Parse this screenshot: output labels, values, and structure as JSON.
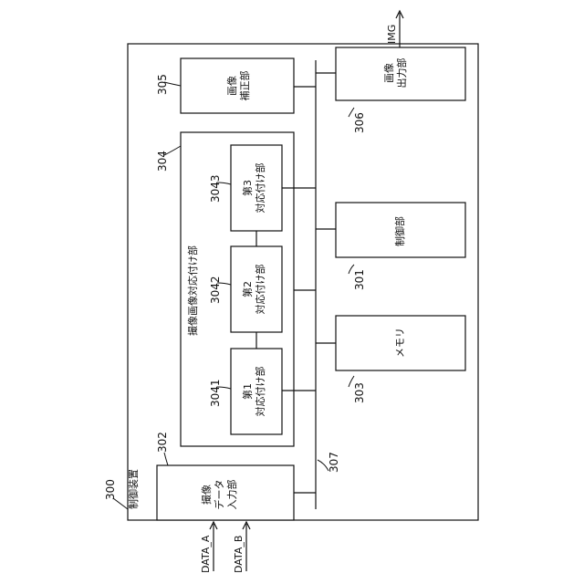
{
  "device": {
    "ref": "300",
    "label": "制御装置"
  },
  "bus": {
    "ref": "307"
  },
  "correction": {
    "ref": "305",
    "lines": [
      "画像",
      "補正部"
    ]
  },
  "output": {
    "ref": "306",
    "lines": [
      "画像",
      "出力部"
    ]
  },
  "img_signal": {
    "label": "IMG"
  },
  "matching": {
    "ref": "304",
    "label": "撮像画像対応付け部",
    "units": [
      {
        "ref": "3041",
        "lines": [
          "第1",
          "対応付け部"
        ]
      },
      {
        "ref": "3042",
        "lines": [
          "第2",
          "対応付け部"
        ]
      },
      {
        "ref": "3043",
        "lines": [
          "第3",
          "対応付け部"
        ]
      }
    ]
  },
  "control": {
    "ref": "301",
    "label": "制御部"
  },
  "memory": {
    "ref": "303",
    "label": "メモリ"
  },
  "input": {
    "ref": "302",
    "lines": [
      "撮像",
      "データ",
      "入力部"
    ]
  },
  "signals": {
    "a": "DATA_A",
    "b": "DATA_B"
  }
}
